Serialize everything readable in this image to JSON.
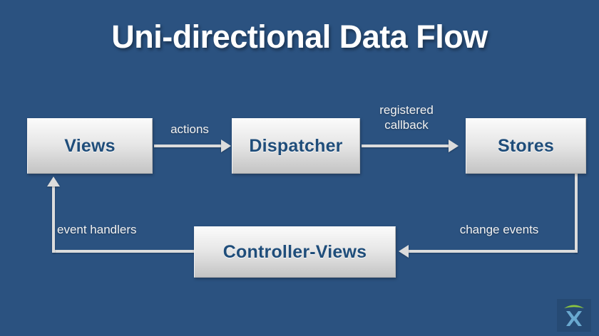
{
  "slide": {
    "title": "Uni-directional Data Flow",
    "background_color": "#2b5280",
    "title_color": "#ffffff"
  },
  "diagram": {
    "type": "flow-diagram",
    "node_fill_top": "#fbfbfb",
    "node_fill_bottom": "#c4c4c4",
    "node_text_color": "#1f4d7a",
    "connector_color": "#dcdcdc",
    "nodes": [
      {
        "id": "views",
        "label": "Views"
      },
      {
        "id": "dispatcher",
        "label": "Dispatcher"
      },
      {
        "id": "stores",
        "label": "Stores"
      },
      {
        "id": "controller-views",
        "label": "Controller-Views"
      }
    ],
    "edges": [
      {
        "from": "views",
        "to": "dispatcher",
        "label": "actions"
      },
      {
        "from": "dispatcher",
        "to": "stores",
        "label": "registered callback",
        "label_line1": "registered",
        "label_line2": "callback"
      },
      {
        "from": "stores",
        "to": "controller-views",
        "label": "change events"
      },
      {
        "from": "controller-views",
        "to": "views",
        "label": "event handlers"
      }
    ]
  },
  "logo": {
    "name": "brand-logo",
    "arc_color": "#8cc63f",
    "figure_color": "#6aa9d0",
    "panel_color": "#264a74"
  }
}
